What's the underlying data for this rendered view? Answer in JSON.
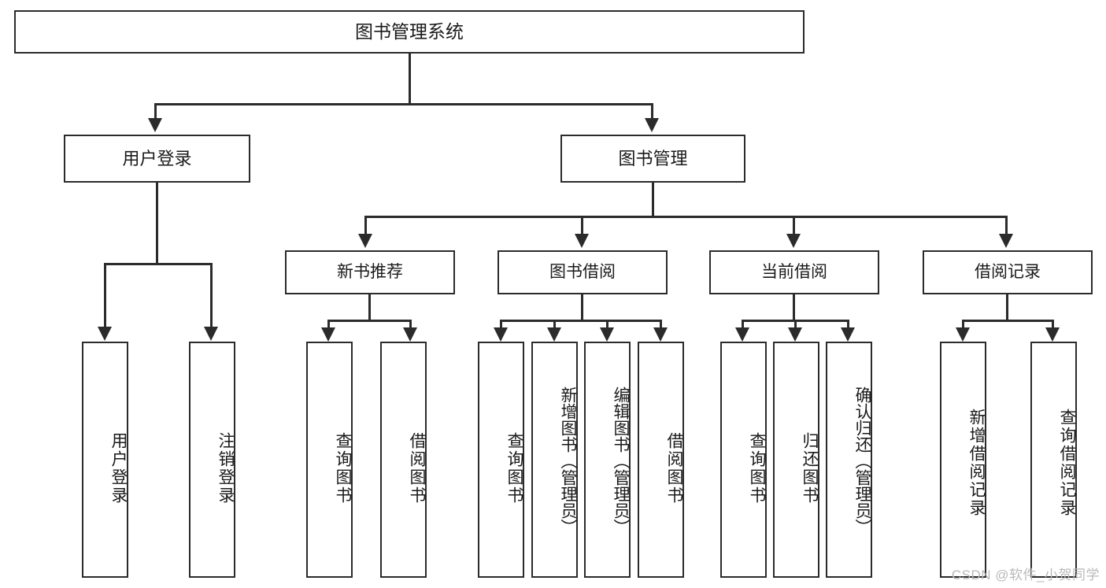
{
  "diagram": {
    "title": "图书管理系统",
    "type": "tree",
    "style": {
      "box_border_color": "#2b2b2b",
      "box_fill_color": "#ffffff",
      "line_color": "#2b2b2b",
      "text_color": "#1a1a1a",
      "background_color": "#ffffff",
      "watermark_color": "#b9b9b9"
    }
  },
  "root": {
    "label": "图书管理系统"
  },
  "level2": {
    "user_login": {
      "label": "用户登录"
    },
    "book_manage": {
      "label": "图书管理"
    }
  },
  "level3": {
    "new_book_recommend": {
      "label": "新书推荐"
    },
    "book_borrow": {
      "label": "图书借阅"
    },
    "current_borrow": {
      "label": "当前借阅"
    },
    "borrow_record": {
      "label": "借阅记录"
    }
  },
  "leaves": {
    "user_login": [
      {
        "label": "用户登录"
      },
      {
        "label": "注销登录"
      }
    ],
    "new_book_recommend": [
      {
        "label": "查询图书"
      },
      {
        "label": "借阅图书"
      }
    ],
    "book_borrow": [
      {
        "label": "查询图书"
      },
      {
        "label": "新增图书（管理员）"
      },
      {
        "label": "编辑图书（管理员）"
      },
      {
        "label": "借阅图书"
      }
    ],
    "current_borrow": [
      {
        "label": "查询图书"
      },
      {
        "label": "归还图书"
      },
      {
        "label": "确认归还（管理员）"
      }
    ],
    "borrow_record": [
      {
        "label": "新增借阅记录"
      },
      {
        "label": "查询借阅记录"
      }
    ]
  },
  "watermark": {
    "text": "CSDN @软件_小贺同学"
  }
}
